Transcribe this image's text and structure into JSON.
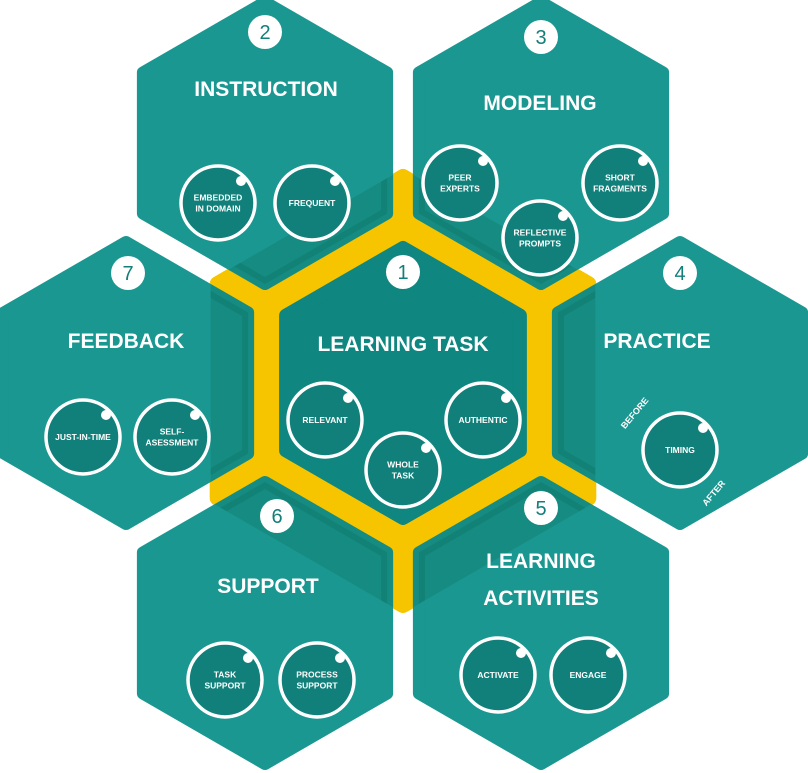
{
  "colors": {
    "outer_hex": "#1b9791",
    "center_hex": "#0f8680",
    "circle": "#11807a",
    "accent": "#f6c500",
    "overlay": "#0b6b58"
  },
  "center": {
    "number": "1",
    "title": [
      "LEARNING TASK"
    ],
    "circles": [
      [
        "RELEVANT"
      ],
      [
        "AUTHENTIC"
      ],
      [
        "WHOLE",
        "TASK"
      ]
    ]
  },
  "hexes": [
    {
      "id": "instruction",
      "number": "2",
      "title": [
        "INSTRUCTION"
      ],
      "circles": [
        [
          "EMBEDDED",
          "IN DOMAIN"
        ],
        [
          "FREQUENT"
        ]
      ]
    },
    {
      "id": "modeling",
      "number": "3",
      "title": [
        "MODELING"
      ],
      "circles": [
        [
          "PEER",
          "EXPERTS"
        ],
        [
          "SHORT",
          "FRAGMENTS"
        ],
        [
          "REFLECTIVE",
          "PROMPTS"
        ]
      ]
    },
    {
      "id": "practice",
      "number": "4",
      "title": [
        "PRACTICE"
      ],
      "circles": [
        [
          "TIMING"
        ]
      ],
      "arc_labels": [
        "BEFORE",
        "AFTER"
      ]
    },
    {
      "id": "learning-activities",
      "number": "5",
      "title": [
        "LEARNING",
        "ACTIVITIES"
      ],
      "circles": [
        [
          "ACTIVATE"
        ],
        [
          "ENGAGE"
        ]
      ]
    },
    {
      "id": "support",
      "number": "6",
      "title": [
        "SUPPORT"
      ],
      "circles": [
        [
          "TASK",
          "SUPPORT"
        ],
        [
          "PROCESS",
          "SUPPORT"
        ]
      ]
    },
    {
      "id": "feedback",
      "number": "7",
      "title": [
        "FEEDBACK"
      ],
      "circles": [
        [
          "JUST-IN-TIME"
        ],
        [
          "SELF-",
          "ASESSMENT"
        ]
      ]
    }
  ]
}
